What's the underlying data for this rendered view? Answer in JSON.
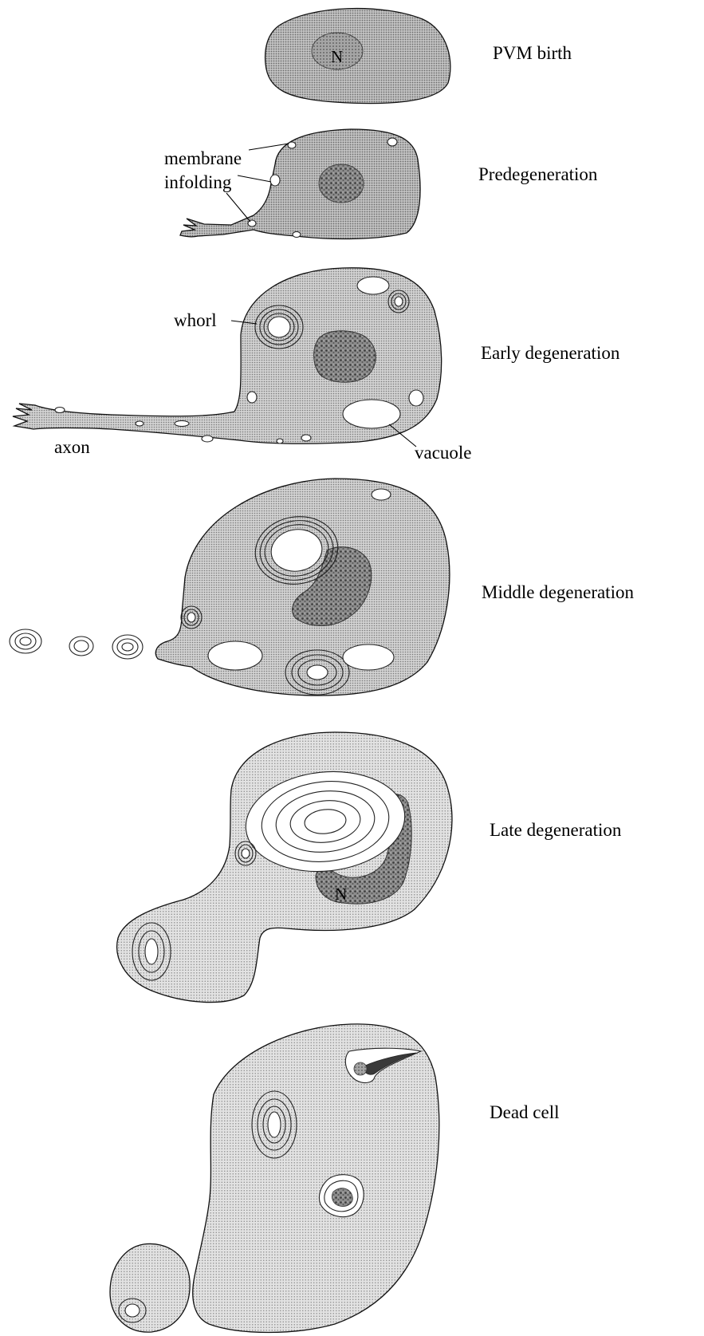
{
  "stages": [
    {
      "label": "PVM birth"
    },
    {
      "label": "Predegeneration"
    },
    {
      "label": "Early degeneration"
    },
    {
      "label": "Middle degeneration"
    },
    {
      "label": "Late degeneration"
    },
    {
      "label": "Dead cell"
    }
  ],
  "annotations": {
    "membrane_line1": "membrane",
    "membrane_line2": "infolding",
    "whorl": "whorl",
    "axon": "axon",
    "vacuole": "vacuole",
    "nucleus_letter": "N"
  },
  "colors": {
    "cell_dark": "#bdbdbd",
    "cell_medium": "#cfcfcf",
    "cell_light": "#dcdcdc",
    "nucleus": "#8a8a8a",
    "nucleus_dark": "#3c3c3c",
    "ink": "#111111"
  }
}
